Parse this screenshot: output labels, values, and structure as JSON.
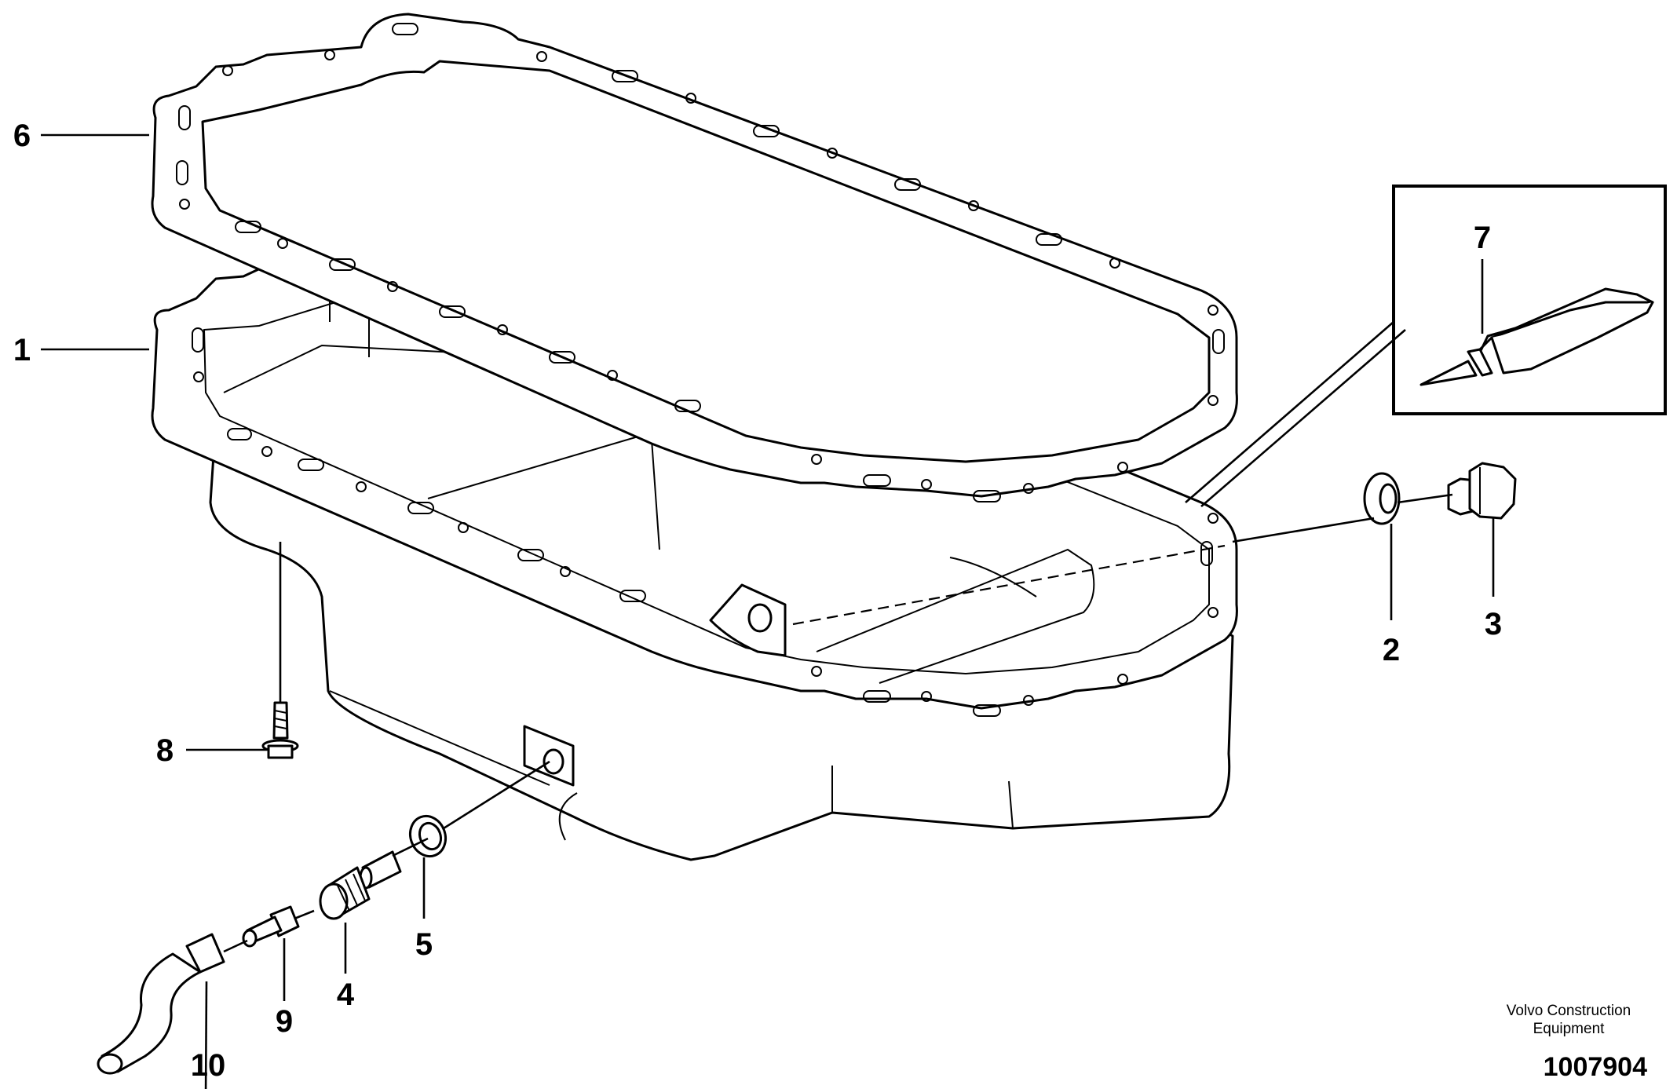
{
  "callouts": {
    "c1": "1",
    "c2": "2",
    "c3": "3",
    "c4": "4",
    "c5": "5",
    "c6": "6",
    "c7": "7",
    "c8": "8",
    "c9": "9",
    "c10": "10"
  },
  "footer": {
    "maker_line1": "Volvo Construction",
    "maker_line2": "Equipment",
    "drawing_number": "1007904"
  },
  "parts": {
    "p1": "oil-pan-icon",
    "p2": "sealing-washer-icon",
    "p3": "drain-plug-icon",
    "p4": "dipstick-tube-union-icon",
    "p5": "o-ring-icon",
    "p6": "pan-gasket-icon",
    "p7": "sealant-tube-icon",
    "p8": "flange-bolt-icon",
    "p9": "hose-nipple-icon",
    "p10": "hose-icon"
  }
}
